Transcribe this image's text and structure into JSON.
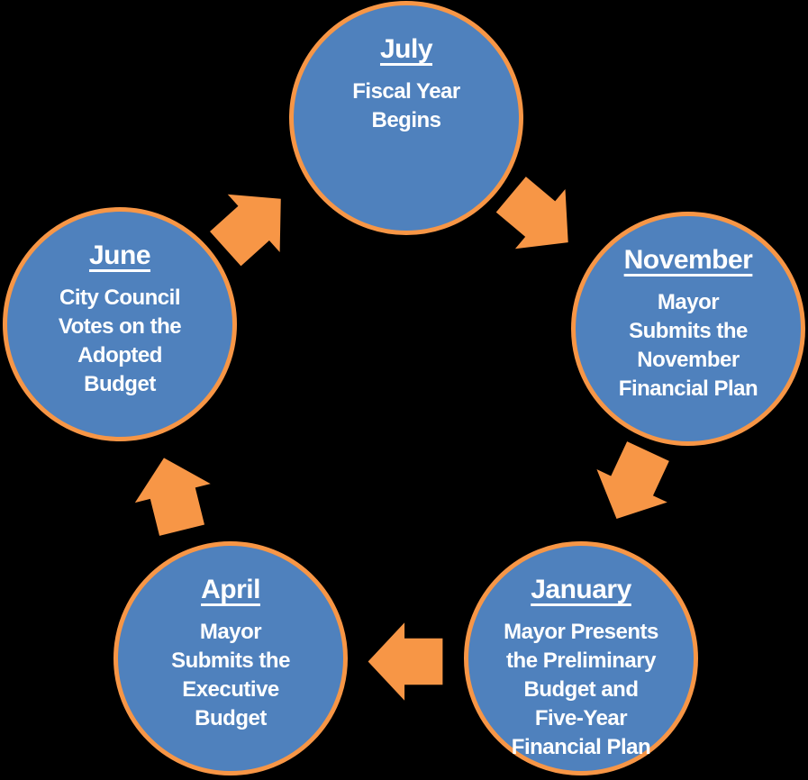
{
  "diagram": {
    "type": "cycle",
    "colors": {
      "circle_fill": "#4F81BD",
      "circle_border": "#F79646",
      "arrow": "#F79646",
      "text": "#FFFFFF",
      "background": "#000000"
    },
    "nodes": [
      {
        "month": "July",
        "text": "Fiscal Year\nBegins"
      },
      {
        "month": "November",
        "text": "Mayor\nSubmits the\nNovember\nFinancial Plan"
      },
      {
        "month": "January",
        "text": "Mayor Presents\nthe Preliminary\nBudget and\nFive-Year\nFinancial Plan"
      },
      {
        "month": "April",
        "text": "Mayor\nSubmits the\nExecutive\nBudget"
      },
      {
        "month": "June",
        "text": "City Council\nVotes on the\nAdopted\nBudget"
      }
    ],
    "arrows": [
      "june-to-july-arrow-icon",
      "july-to-november-arrow-icon",
      "november-to-january-arrow-icon",
      "january-to-april-arrow-icon",
      "april-to-june-arrow-icon"
    ]
  }
}
